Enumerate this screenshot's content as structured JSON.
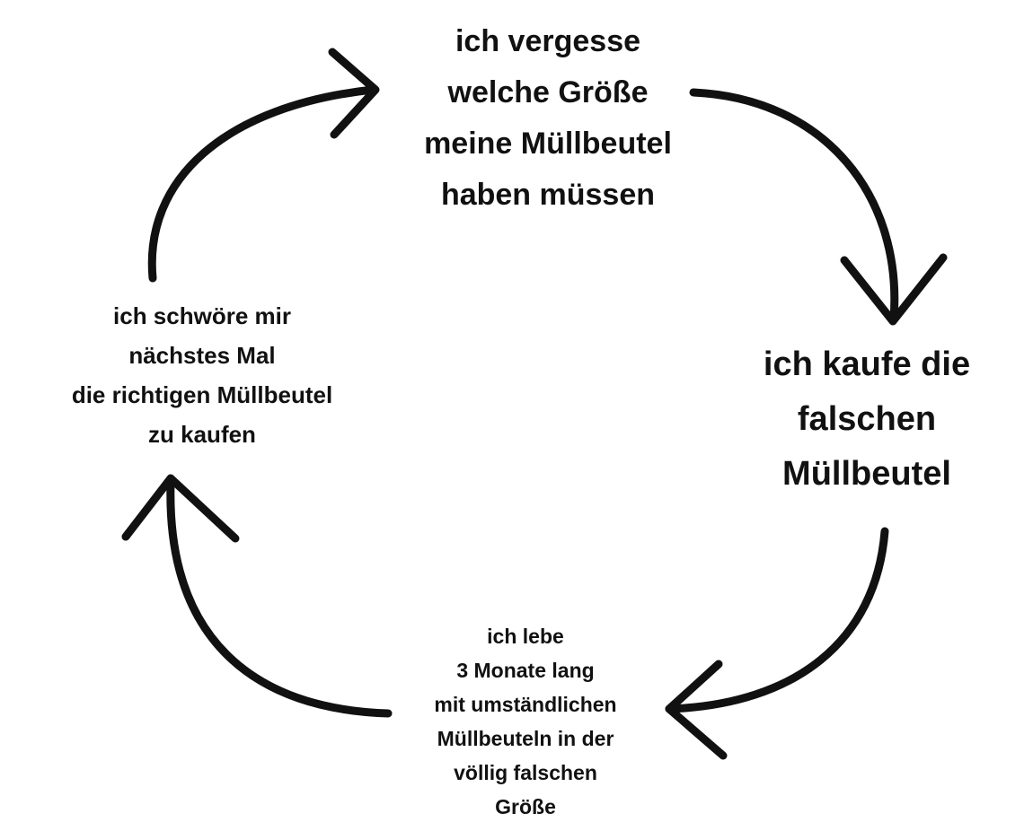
{
  "diagram": {
    "top_label": [
      "ich vergesse",
      "welche Größe",
      "meine Müllbeutel",
      "haben müssen"
    ],
    "right_label": [
      "ich kaufe die",
      "falschen",
      "Müllbeutel"
    ],
    "bottom_label": [
      "ich lebe",
      "3 Monate lang",
      "mit umständlichen",
      "Müllbeuteln in der",
      "völlig falschen",
      "Größe"
    ],
    "left_label": [
      "ich schwöre mir",
      "nächstes Mal",
      "die richtigen Müllbeutel",
      "zu kaufen"
    ],
    "colors": {
      "stroke": "#111111",
      "text": "#111111",
      "background": "#ffffff"
    },
    "arrows": [
      "arrow-top-to-right",
      "arrow-right-to-bottom",
      "arrow-bottom-to-left",
      "arrow-left-to-top"
    ]
  }
}
